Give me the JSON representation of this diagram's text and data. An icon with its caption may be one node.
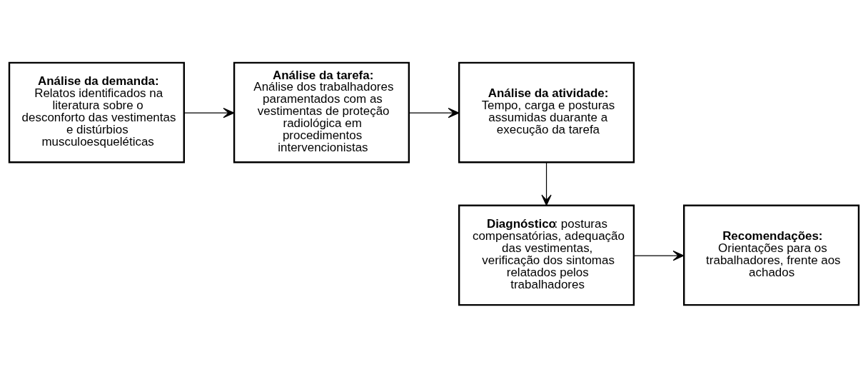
{
  "diagram": {
    "nodes": [
      {
        "text": [
          "**Análise da demanda:** Relatos identificados na literatura sobre o desconforto das vestimentas e distúrbios musculoesqueléticas"
        ]
      },
      {
        "text": [
          "**Análise da tarefa:** Análise dos trabalhadores paramentados com as vestimentas de proteção radiológica em procedimentos intervencionistas"
        ]
      },
      {
        "text": [
          "**Análise da atividade:** Tempo, carga e posturas assumidas duarante a execução da tarefa"
        ]
      },
      {
        "text": [
          "**Diagnóstico**: posturas compensatórias, adequação das vestimentas, verificação dos sintomas relatados pelos trabalhadores"
        ]
      },
      {
        "text": [
          "**Recomendações:** Orientações para os trabalhadores, frente aos achados"
        ]
      }
    ],
    "edges": [
      {
        "from": 0,
        "to": 1,
        "arrow": "to"
      },
      {
        "from": 1,
        "to": 2,
        "arrow": "to"
      },
      {
        "from": 2,
        "to": 3,
        "arrow": "to"
      },
      {
        "from": 3,
        "to": 4,
        "arrow": "to"
      }
    ]
  }
}
